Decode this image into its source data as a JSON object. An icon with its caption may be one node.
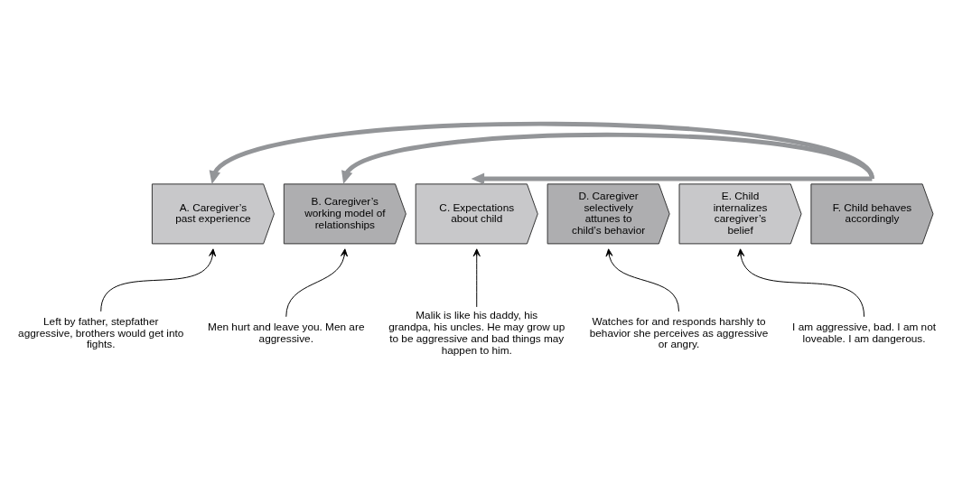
{
  "diagram": {
    "nodes": [
      {
        "text": [
          "A. Caregiver’s past experience"
        ]
      },
      {
        "text": [
          "B. Caregiver’s working model of relationships"
        ]
      },
      {
        "text": [
          "C. Expectations about child"
        ]
      },
      {
        "text": [
          "D. Caregiver selectively attunes to child’s behavior"
        ]
      },
      {
        "text": [
          "E. Child internalizes caregiver’s belief"
        ]
      },
      {
        "text": [
          "F. Child behaves accordingly"
        ]
      },
      {
        "text": [
          "Left by father, stepfather aggressive, brothers would get into fights."
        ]
      },
      {
        "text": [
          "Men hurt and leave you. Men are aggressive."
        ]
      },
      {
        "text": [
          "Malik is like his daddy, his grandpa, his uncles. He may grow up to be aggressive and bad things may happen to him."
        ]
      },
      {
        "text": [
          "Watches for and responds harshly to behavior she perceives as aggressive or angry."
        ]
      },
      {
        "text": [
          "I am aggressive, bad. I am not loveable. I am dangerous."
        ]
      }
    ],
    "edges": [
      {
        "from": 5,
        "to": 0,
        "arrow": "to",
        "style": "thick",
        "color": "#939598"
      },
      {
        "from": 5,
        "to": 1,
        "arrow": "to",
        "style": "thick",
        "color": "#939598"
      },
      {
        "from": 5,
        "to": 2,
        "arrow": "to",
        "style": "thick",
        "color": "#939598"
      },
      {
        "from": 6,
        "to": 0,
        "arrow": "to"
      },
      {
        "from": 7,
        "to": 1,
        "arrow": "to"
      },
      {
        "from": 8,
        "to": 2,
        "arrow": "to"
      },
      {
        "from": 9,
        "to": 3,
        "arrow": "to"
      },
      {
        "from": 10,
        "to": 4,
        "arrow": "to"
      }
    ]
  }
}
